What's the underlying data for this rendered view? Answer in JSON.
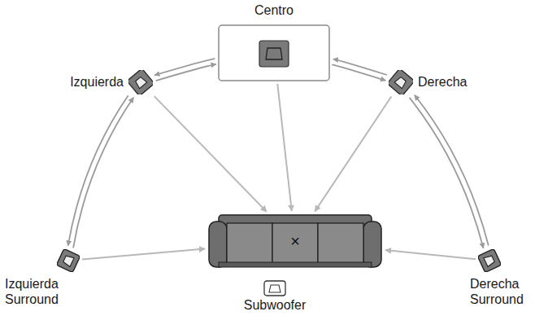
{
  "diagram": {
    "nodes": [
      {
        "text": [
          "Centro"
        ]
      },
      {
        "text": [
          "Izquierda"
        ]
      },
      {
        "text": [
          "Derecha"
        ]
      },
      {
        "text": [
          "×"
        ]
      },
      {
        "text": [
          "Izquierda Surround"
        ]
      },
      {
        "text": [
          "Derecha Surround"
        ]
      },
      {
        "text": [
          "Subwoofer"
        ]
      }
    ],
    "edges": [
      {
        "from": 1,
        "to": 0,
        "arrow": "to"
      },
      {
        "from": 0,
        "to": 1,
        "arrow": "to"
      },
      {
        "from": 0,
        "to": 2,
        "arrow": "to"
      },
      {
        "from": 2,
        "to": 0,
        "arrow": "to"
      },
      {
        "from": 1,
        "to": 4,
        "arrow": "to"
      },
      {
        "from": 4,
        "to": 1,
        "arrow": "to"
      },
      {
        "from": 2,
        "to": 5,
        "arrow": "to"
      },
      {
        "from": 5,
        "to": 2,
        "arrow": "to"
      },
      {
        "from": 1,
        "to": 3,
        "arrow": "to"
      },
      {
        "from": 0,
        "to": 3,
        "arrow": "to"
      },
      {
        "from": 2,
        "to": 3,
        "arrow": "to"
      },
      {
        "from": 4,
        "to": 3,
        "arrow": "to"
      },
      {
        "from": 5,
        "to": 3,
        "arrow": "to"
      }
    ]
  }
}
